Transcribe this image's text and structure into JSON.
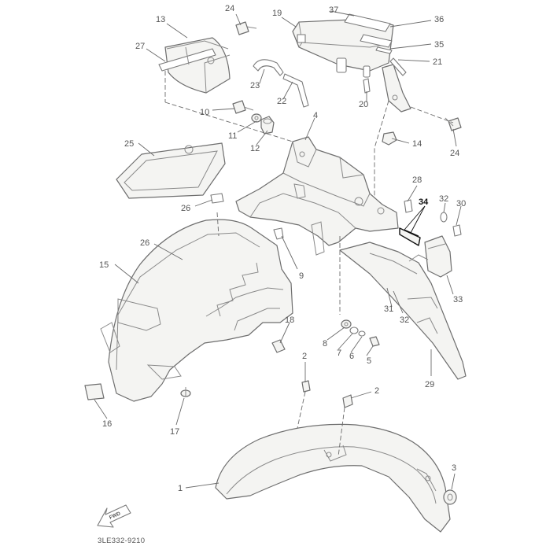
{
  "diagram": {
    "drawing_code": "3LE332-9210",
    "direction_mark": "FWD",
    "callouts": {
      "c1": "1",
      "c2a": "2",
      "c2b": "2",
      "c3": "3",
      "c4": "4",
      "c5": "5",
      "c6": "6",
      "c7": "7",
      "c8": "8",
      "c9": "9",
      "c10": "10",
      "c11": "11",
      "c12": "12",
      "c13": "13",
      "c14": "14",
      "c15": "15",
      "c16": "16",
      "c17": "17",
      "c18": "18",
      "c19": "19",
      "c20": "20",
      "c21": "21",
      "c22": "22",
      "c23": "23",
      "c24a": "24",
      "c24b": "24",
      "c25": "25",
      "c26a": "26",
      "c26b": "26",
      "c27": "27",
      "c28": "28",
      "c29": "29",
      "c30": "30",
      "c31": "31",
      "c32a": "32",
      "c32b": "32",
      "c33": "33",
      "c34": "34",
      "c35": "35",
      "c36": "36",
      "c37": "37"
    },
    "highlighted_callout": "34"
  }
}
